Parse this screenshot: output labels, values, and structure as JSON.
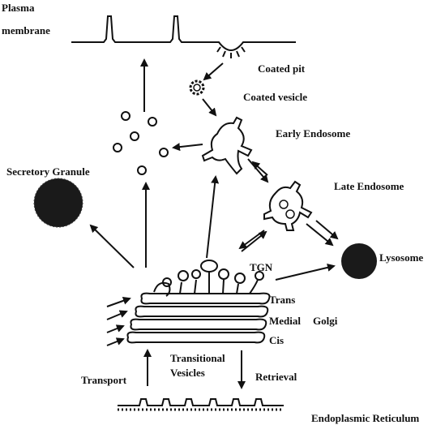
{
  "labels": {
    "plasma_membrane_1": "Plasma",
    "plasma_membrane_2": "membrane",
    "coated_pit": "Coated pit",
    "coated_vesicle": "Coated vesicle",
    "early_endosome": "Early Endosome",
    "late_endosome": "Late Endosome",
    "secretory_granule": "Secretory Granule",
    "lysosome": "Lysosome",
    "tgn": "TGN",
    "trans": "Trans",
    "medial": "Medial",
    "golgi": "Golgi",
    "cis": "Cis",
    "transitional_1": "Transitional",
    "transitional_2": "Vesicles",
    "transport": "Transport",
    "retrieval": "Retrieval",
    "er": "Endoplasmic Reticulum"
  },
  "colors": {
    "ink": "#111111",
    "organelle_fill": "#1a1a1a",
    "background": "#ffffff"
  }
}
